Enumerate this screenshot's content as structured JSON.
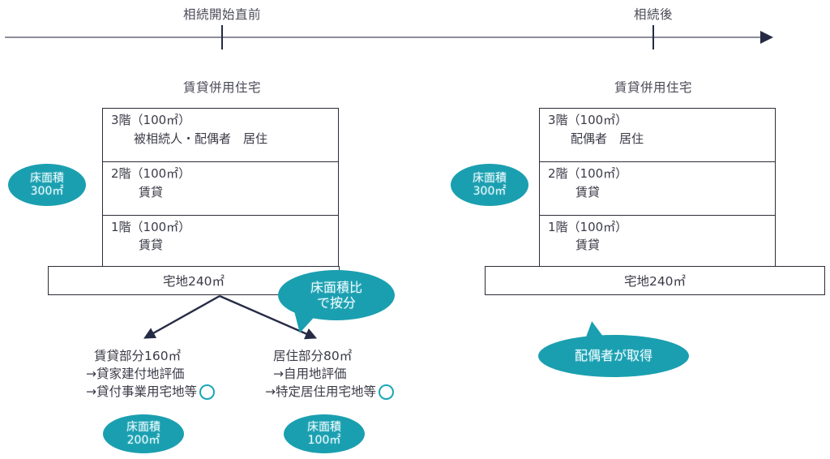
{
  "timeline": {
    "left_label": "相続開始直前",
    "right_label": "相続後"
  },
  "before": {
    "building_title": "賃貸併用住宅",
    "floors": [
      {
        "area": "3階（100㎡）",
        "use": "被相続人・配偶者　居住"
      },
      {
        "area": "2階（100㎡）",
        "use": "賃貸"
      },
      {
        "area": "1階（100㎡）",
        "use": "賃貸"
      }
    ],
    "land_label": "宅地240㎡",
    "floor_area_badge": {
      "line1": "床面積",
      "line2": "300㎡"
    },
    "apportion_bubble": {
      "line1": "床面積比",
      "line2": "で按分"
    },
    "branches": [
      {
        "line1": "賃貸部分160㎡",
        "line2": "→貸家建付地評価",
        "line3": "→貸付事業用宅地等",
        "mark": "ok-circle",
        "badge": {
          "line1": "床面積",
          "line2": "200㎡"
        }
      },
      {
        "line1": "居住部分80㎡",
        "line2": "→自用地評価",
        "line3": "→特定居住用宅地等",
        "mark": "ok-circle",
        "badge": {
          "line1": "床面積",
          "line2": "100㎡"
        }
      }
    ]
  },
  "after": {
    "building_title": "賃貸併用住宅",
    "floors": [
      {
        "area": "3階（100㎡）",
        "use": "配偶者　居住"
      },
      {
        "area": "2階（100㎡）",
        "use": "賃貸"
      },
      {
        "area": "1階（100㎡）",
        "use": "賃貸"
      }
    ],
    "land_label": "宅地240㎡",
    "floor_area_badge": {
      "line1": "床面積",
      "line2": "300㎡"
    },
    "acquire_bubble": "配偶者が取得"
  },
  "colors": {
    "teal": "#1a9fb0",
    "outline": "#2c2c38",
    "arrow": "#262b45",
    "timeline": "#8d8d99"
  }
}
